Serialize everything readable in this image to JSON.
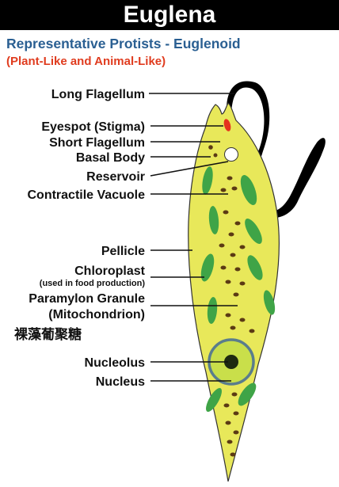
{
  "header": {
    "title": "Euglena",
    "subtitle": "Representative Protists - Euglenoid",
    "subtitle_note": "(Plant-Like and Animal-Like)"
  },
  "labels": {
    "long_flagellum": "Long Flagellum",
    "eyespot": "Eyespot (Stigma)",
    "short_flagellum": "Short Flagellum",
    "basal_body": "Basal Body",
    "reservoir": "Reservoir",
    "contractile_vacuole": "Contractile Vacuole",
    "pellicle": "Pellicle",
    "chloroplast": "Chloroplast",
    "chloroplast_note": "(used in food production)",
    "paramylon": "Paramylon Granule",
    "mitochondrion": "(Mitochondrion)",
    "chinese_annotation": "裸藻葡聚糖",
    "nucleolus": "Nucleolus",
    "nucleus": "Nucleus"
  },
  "colors": {
    "title_bg": "#000000",
    "subtitle": "#2a5f92",
    "subtitle_note": "#e03c1f",
    "cell_fill": "#e8e85a",
    "chloroplast": "#3fa447",
    "granule": "#5b3a14",
    "eyespot": "#e5321d",
    "nucleus_ring": "#5a7d8c",
    "nucleus_fill": "#c9df4a"
  }
}
